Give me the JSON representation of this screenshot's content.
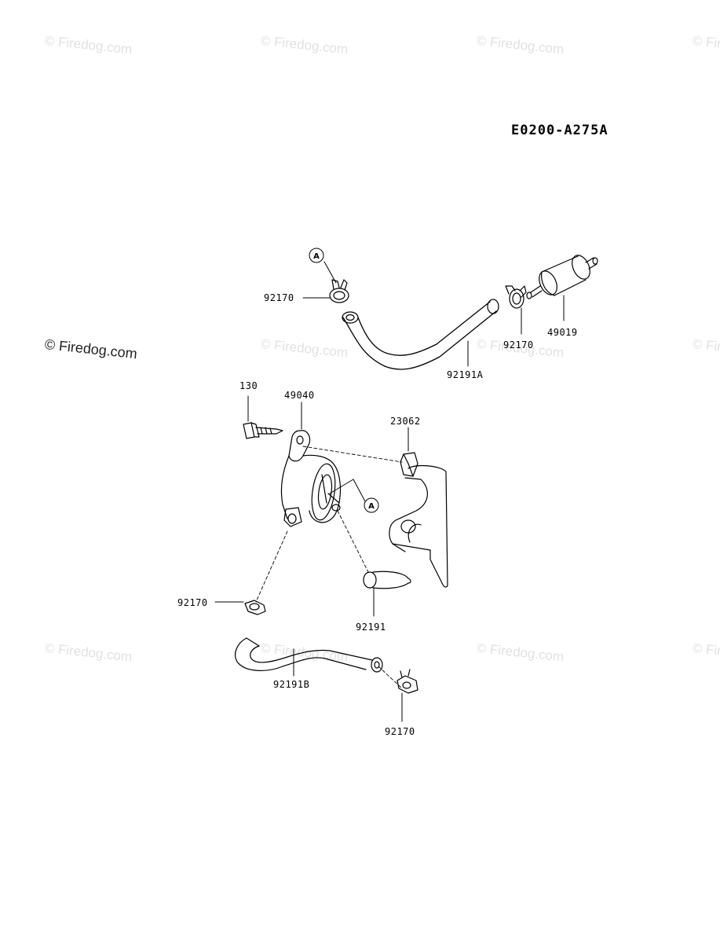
{
  "diagram_code": "E0200-A275A",
  "watermark": "© Firedog.com",
  "ref_marker": "A",
  "parts": {
    "clamp_top_left": "92170",
    "clamp_top_right": "92170",
    "fuel_filter": "49019",
    "hose_top": "92191A",
    "bolt": "130",
    "fuel_pump": "49040",
    "bracket": "23062",
    "clamp_left": "92170",
    "hose_short": "92191",
    "hose_bottom": "92191B",
    "clamp_bottom": "92170"
  }
}
